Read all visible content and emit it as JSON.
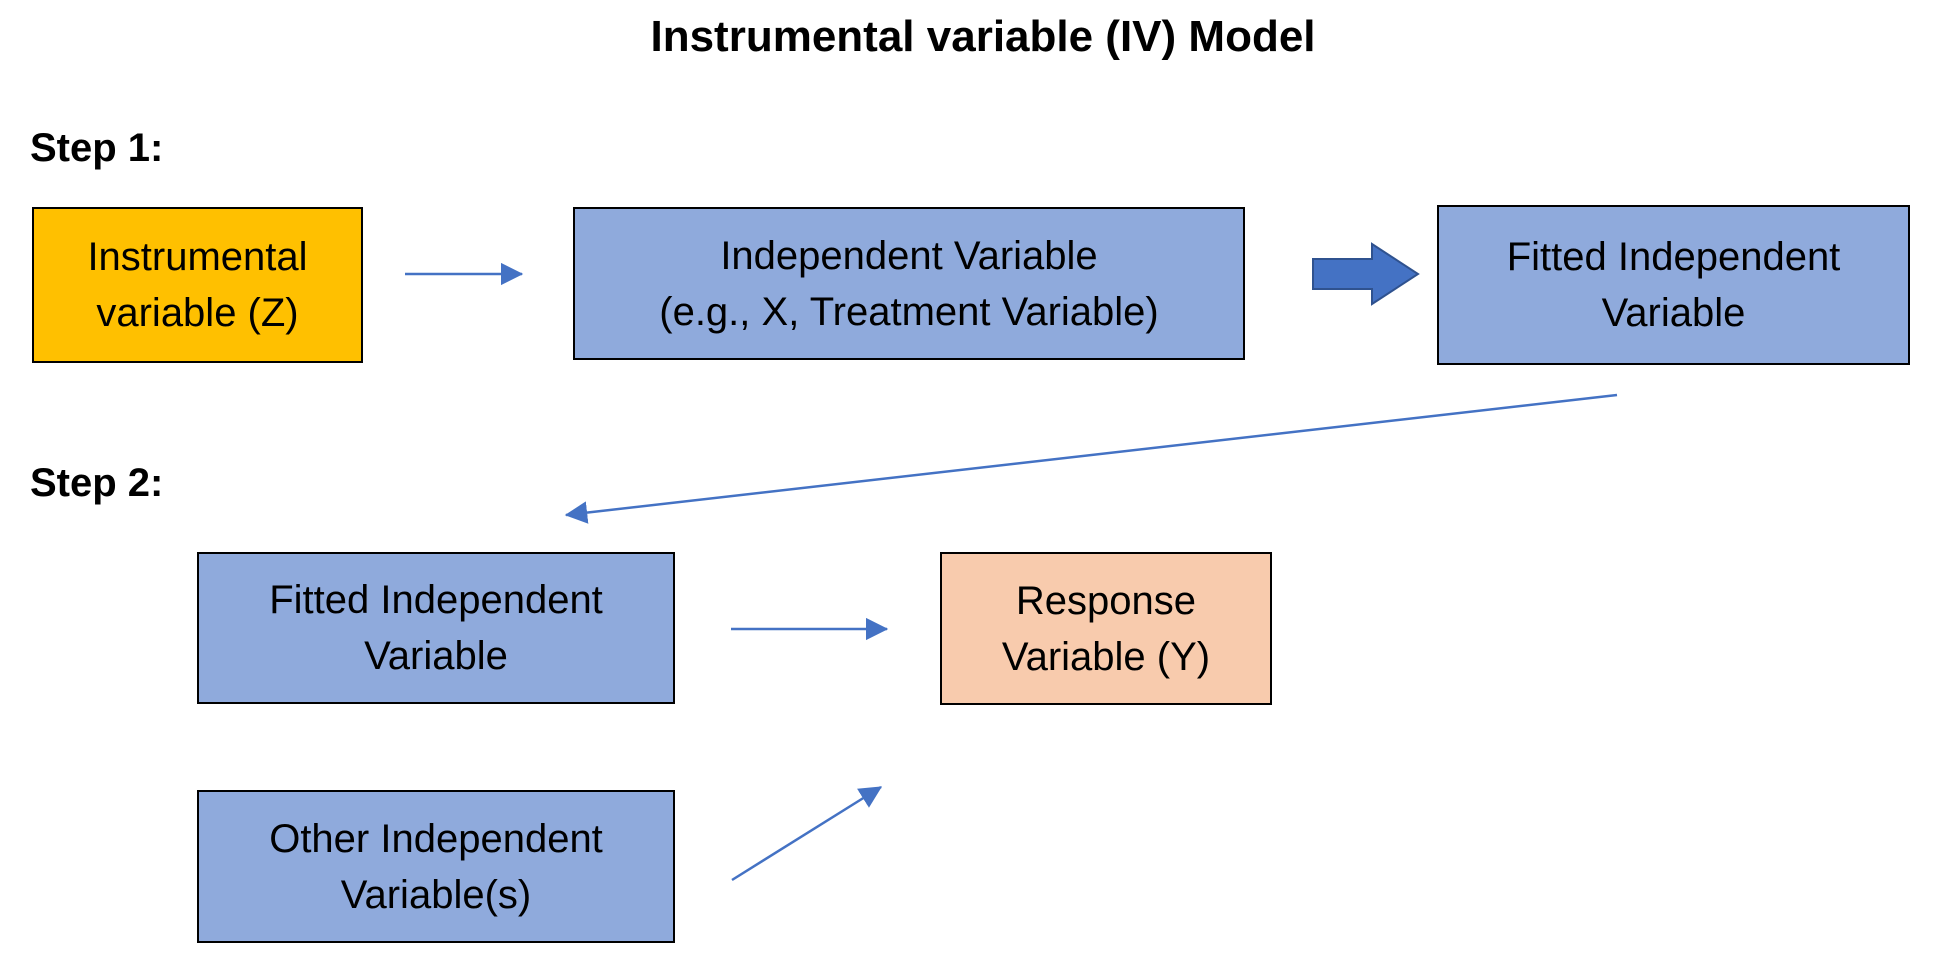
{
  "title": "Instrumental variable (IV) Model",
  "step1": {
    "label": "Step 1:",
    "nodes": {
      "instrumental_variable": "Instrumental\nvariable (Z)",
      "independent_variable": "Independent Variable\n(e.g., X, Treatment Variable)",
      "fitted_independent_variable": "Fitted Independent\nVariable"
    }
  },
  "step2": {
    "label": "Step 2:",
    "nodes": {
      "fitted_independent_variable": "Fitted Independent\nVariable",
      "response_variable": "Response\nVariable (Y)",
      "other_independent_variables": "Other Independent\nVariable(s)"
    }
  },
  "colors": {
    "instrument_fill": "#FFC000",
    "variable_fill": "#8FAADC",
    "response_fill": "#F8CBAD",
    "arrow": "#4472C4",
    "block_arrow_fill": "#4472C4",
    "block_arrow_stroke": "#2F528F",
    "box_border": "#000000"
  }
}
